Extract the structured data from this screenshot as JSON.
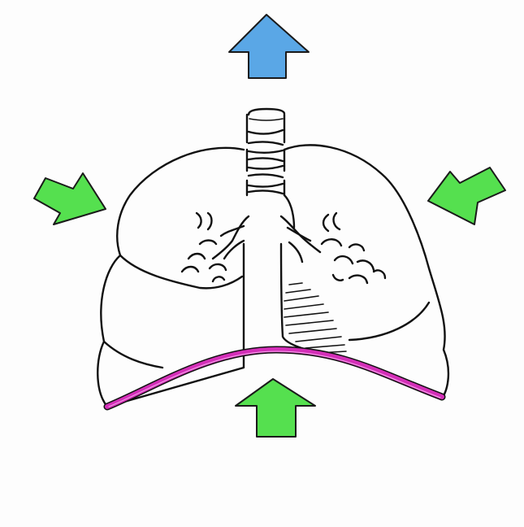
{
  "colors": {
    "background": "#fdfdfd",
    "ink": "#111111",
    "outward_arrow": "#5aa7e6",
    "inward_arrow": "#55e04f",
    "diaphragm": "#d42fb8"
  },
  "arrows": [
    {
      "id": "top",
      "direction": "up",
      "kind": "outward",
      "color_key": "outward_arrow"
    },
    {
      "id": "left",
      "direction": "down-right",
      "kind": "inward",
      "color_key": "inward_arrow"
    },
    {
      "id": "right",
      "direction": "down-left",
      "kind": "inward",
      "color_key": "inward_arrow"
    },
    {
      "id": "bottom",
      "direction": "up",
      "kind": "inward",
      "color_key": "inward_arrow"
    }
  ],
  "structures": [
    "trachea",
    "left-lung",
    "right-lung",
    "bronchi",
    "heart-shading",
    "diaphragm"
  ]
}
